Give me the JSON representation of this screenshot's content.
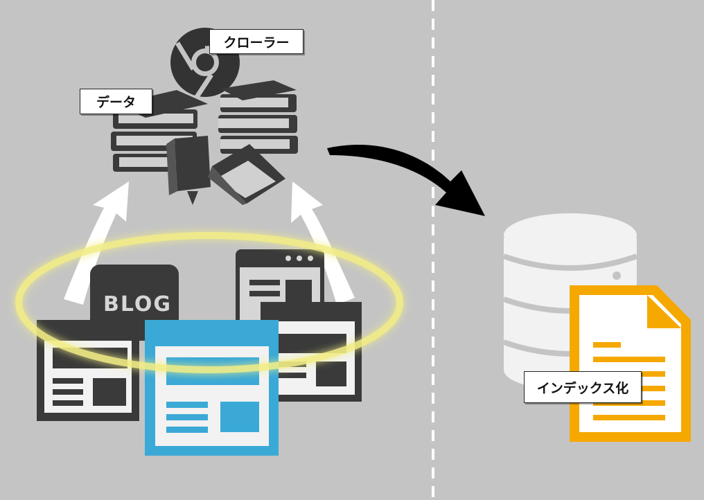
{
  "labels": {
    "crawler": "クローラー",
    "data": "データ",
    "index": "インデックス化",
    "blog": "BLOG"
  },
  "icons": {
    "crawler": "browser-logo-icon",
    "data": "books-stack-icon",
    "database": "database-icon",
    "document": "document-icon",
    "pages": "web-page-icon"
  },
  "colors": {
    "background": "#c4c4c4",
    "dark_icon": "#3a3a3a",
    "blue_page": "#3ba9d6",
    "orange_doc": "#f5a800",
    "glow_ring": "#f2ee86",
    "database": "#f2f2f2",
    "divider": "#ffffff"
  }
}
